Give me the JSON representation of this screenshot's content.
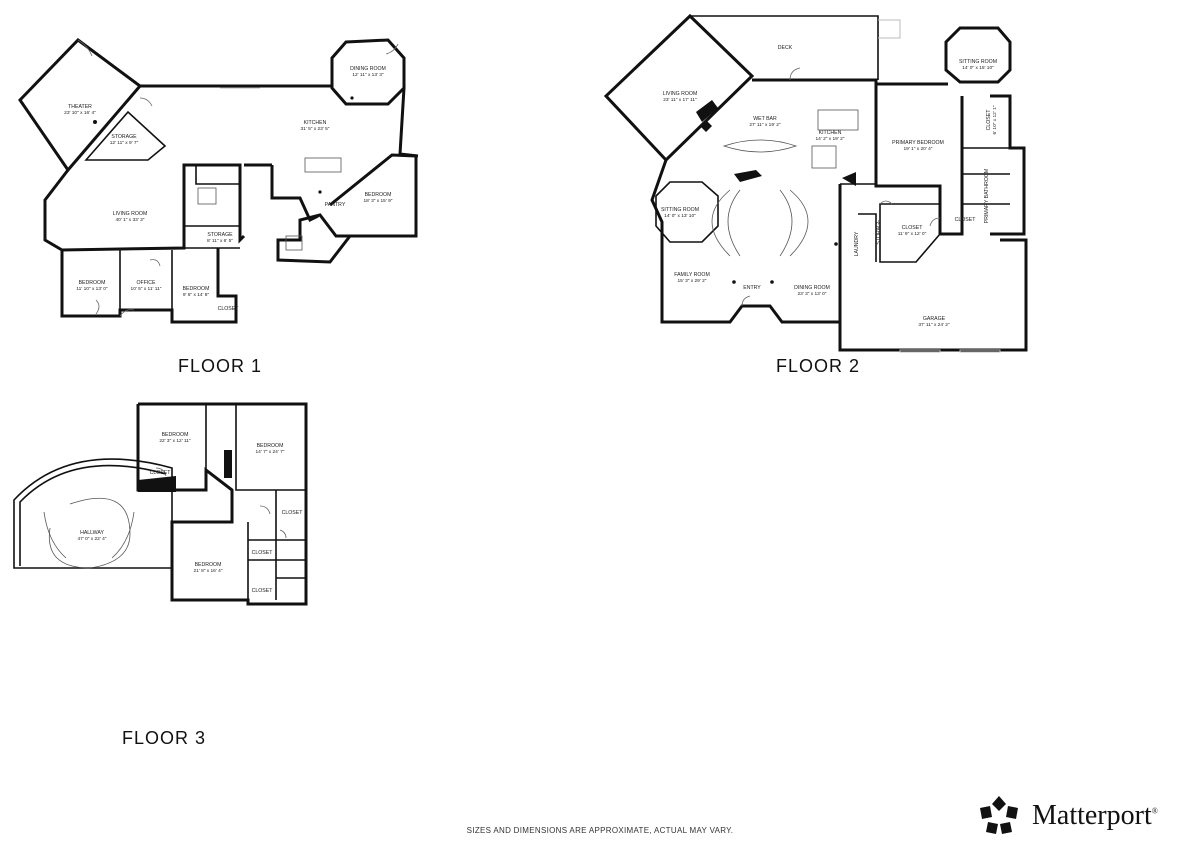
{
  "floors": [
    {
      "label": "FLOOR 1",
      "rooms": [
        {
          "id": "theater",
          "name": "THEATER",
          "dims": "23' 10\" x 16' 4\""
        },
        {
          "id": "storage_a",
          "name": "STORAGE",
          "dims": "12' 11\" x 9' 7\""
        },
        {
          "id": "dining",
          "name": "DINING ROOM",
          "dims": "12' 11\" x 13' 3\""
        },
        {
          "id": "kitchen",
          "name": "KITCHEN",
          "dims": "31' 5\" x 23' 5\""
        },
        {
          "id": "living",
          "name": "LIVING ROOM",
          "dims": "40' 1\" x 33' 3\""
        },
        {
          "id": "storage_b",
          "name": "STORAGE",
          "dims": "8' 11\" x 6' 5\""
        },
        {
          "id": "pantry",
          "name": "PANTRY",
          "dims": ""
        },
        {
          "id": "bedroom_e",
          "name": "BEDROOM",
          "dims": "18' 3\" x 15' 9\""
        },
        {
          "id": "bedroom_w",
          "name": "BEDROOM",
          "dims": "11' 10\" x 13' 0\""
        },
        {
          "id": "office",
          "name": "OFFICE",
          "dims": "10' 5\" x 11' 11\""
        },
        {
          "id": "bedroom_s",
          "name": "BEDROOM",
          "dims": "9' 6\" x 14' 8\""
        },
        {
          "id": "closet",
          "name": "CLOSET",
          "dims": ""
        }
      ]
    },
    {
      "label": "FLOOR 2",
      "rooms": [
        {
          "id": "deck",
          "name": "DECK",
          "dims": ""
        },
        {
          "id": "living",
          "name": "LIVING ROOM",
          "dims": "23' 11\" x 17' 11\""
        },
        {
          "id": "wetbar",
          "name": "WET BAR",
          "dims": "27' 11\" x 19' 2\""
        },
        {
          "id": "kitchen",
          "name": "KITCHEN",
          "dims": "14' 2\" x 19' 2\""
        },
        {
          "id": "sitting_ne",
          "name": "SITTING ROOM",
          "dims": "14' 0\" x 15' 10\""
        },
        {
          "id": "closet_ne",
          "name": "CLOSET",
          "dims": "6' 10\" x 12' 1\""
        },
        {
          "id": "primary_bed",
          "name": "PRIMARY BEDROOM",
          "dims": "19' 1\" x 20' 4\""
        },
        {
          "id": "primary_bath",
          "name": "PRIMARY BATHROOM",
          "dims": ""
        },
        {
          "id": "sitting_w",
          "name": "SITTING ROOM",
          "dims": "14' 0\" x 13' 10\""
        },
        {
          "id": "closet_mid",
          "name": "CLOSET",
          "dims": "11' 9\" x 12' 0\""
        },
        {
          "id": "closet_sm",
          "name": "CLOSET",
          "dims": ""
        },
        {
          "id": "laundry",
          "name": "LAUNDRY",
          "dims": ""
        },
        {
          "id": "storage",
          "name": "STORAGE",
          "dims": ""
        },
        {
          "id": "family",
          "name": "FAMILY ROOM",
          "dims": "15' 3\" x 29' 2\""
        },
        {
          "id": "entry",
          "name": "ENTRY",
          "dims": ""
        },
        {
          "id": "dining",
          "name": "DINING ROOM",
          "dims": "23' 3\" x 13' 0\""
        },
        {
          "id": "garage",
          "name": "GARAGE",
          "dims": "37' 11\" x 24' 2\""
        }
      ]
    },
    {
      "label": "FLOOR 3",
      "rooms": [
        {
          "id": "bedroom_nw",
          "name": "BEDROOM",
          "dims": "22' 3\" x 12' 11\""
        },
        {
          "id": "bedroom_ne",
          "name": "BEDROOM",
          "dims": "14' 7\" x 24' 7\""
        },
        {
          "id": "closet_a",
          "name": "CLOSET",
          "dims": ""
        },
        {
          "id": "hallway",
          "name": "HALLWAY",
          "dims": "47' 0\" x 22' 4\""
        },
        {
          "id": "closet_b",
          "name": "CLOSET",
          "dims": ""
        },
        {
          "id": "closet_c",
          "name": "CLOSET",
          "dims": ""
        },
        {
          "id": "bedroom_s",
          "name": "BEDROOM",
          "dims": "21' 8\" x 16' 4\""
        },
        {
          "id": "closet_d",
          "name": "CLOSET",
          "dims": ""
        }
      ]
    }
  ],
  "disclaimer": "SIZES AND DIMENSIONS ARE APPROXIMATE, ACTUAL MAY VARY.",
  "brand": {
    "name": "Matterport",
    "reg": "®"
  }
}
